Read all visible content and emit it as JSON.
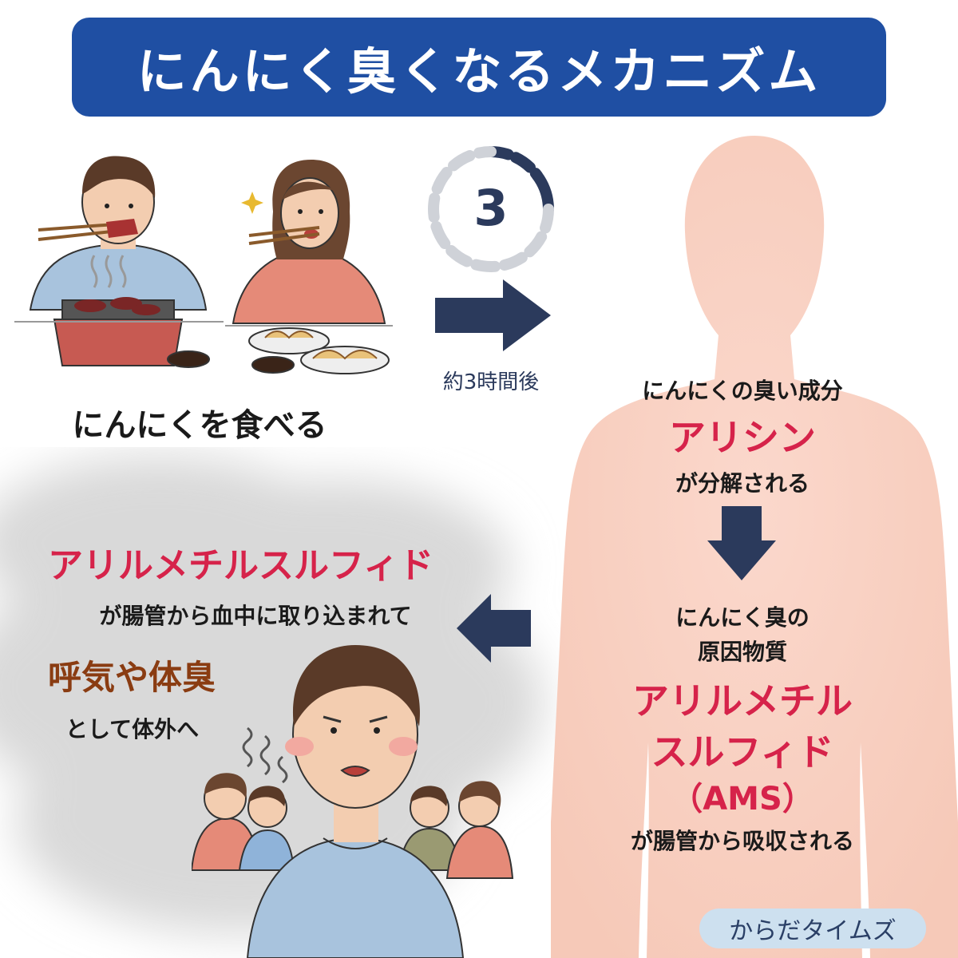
{
  "title": "にんにく臭くなるメカニズム",
  "step1": {
    "label": "にんにくを食べる"
  },
  "timer": {
    "number": "3",
    "caption": "約3時間後"
  },
  "body_panel": {
    "line1": "にんにくの臭い成分",
    "compound1": "アリシン",
    "line2": "が分解される",
    "line3a": "にんにく臭の",
    "line3b": "原因物質",
    "compound2a": "アリルメチル",
    "compound2b": "スルフィド",
    "compound2c": "（AMS）",
    "line4": "が腸管から吸収される"
  },
  "result_panel": {
    "compound": "アリルメチルスルフィド",
    "line1": "が腸管から血中に取り込まれて",
    "highlight": "呼気や体臭",
    "line2": "として体外へ"
  },
  "brand": "からだタイムズ",
  "colors": {
    "banner": "#1f4fa3",
    "arrow": "#2b3a5c",
    "accent_red": "#d6234a",
    "accent_brown": "#8a3c12",
    "body": "#f9d9cc"
  }
}
